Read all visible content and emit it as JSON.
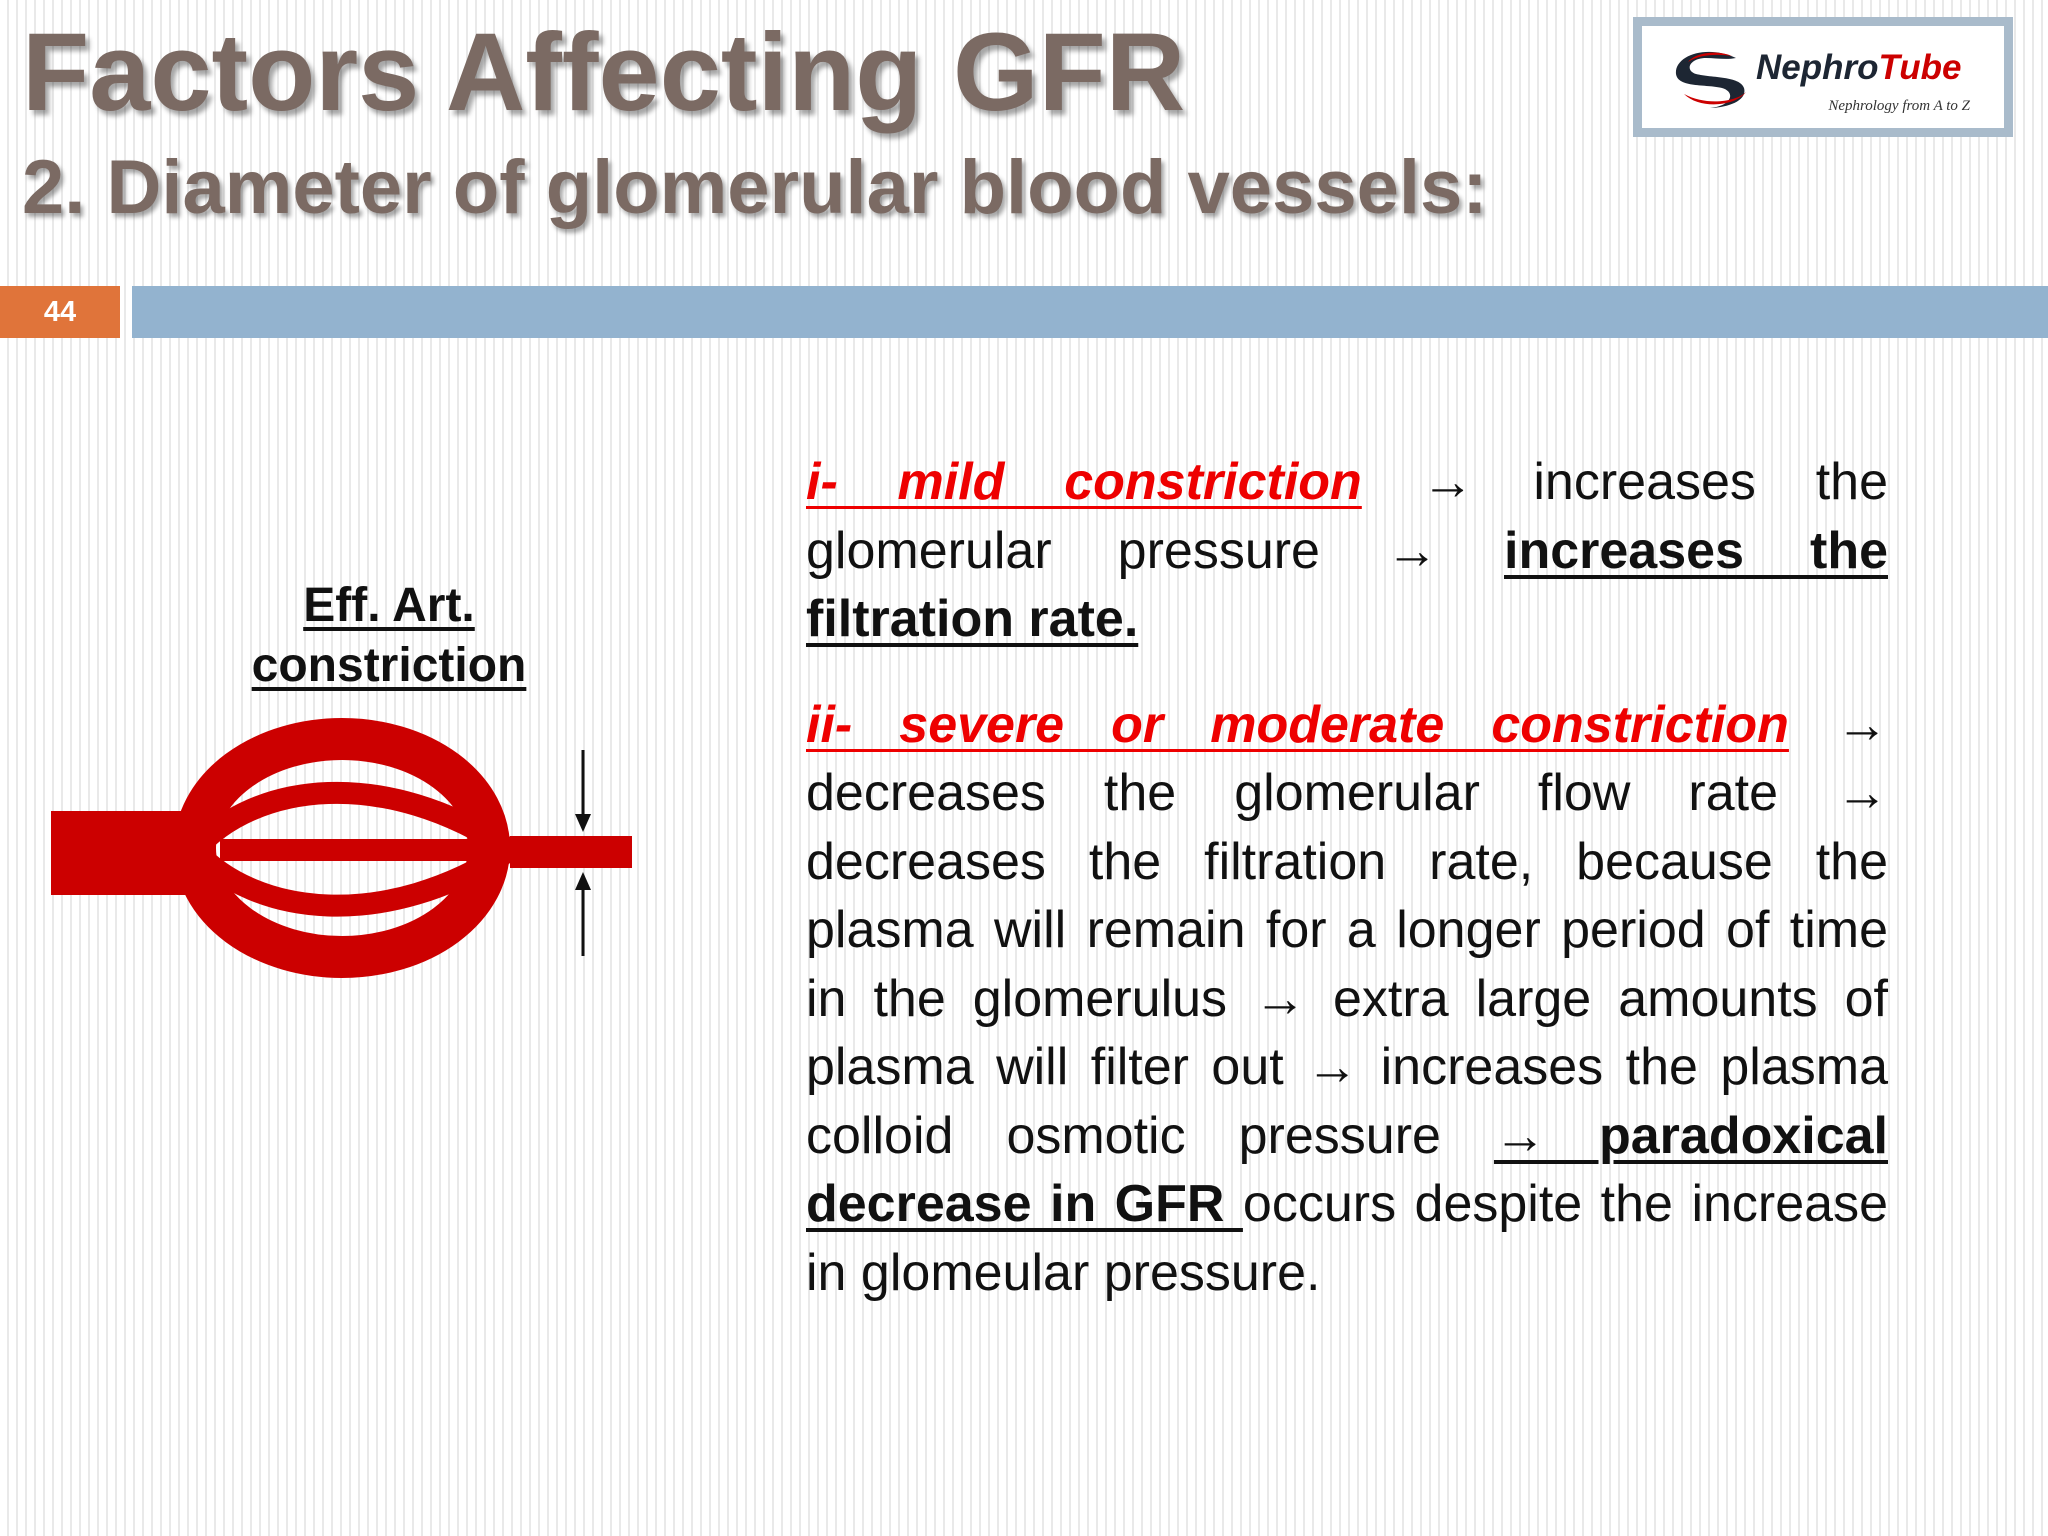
{
  "slide": {
    "title": "Factors Affecting GFR",
    "subtitle": "2. Diameter of glomerular blood vessels:",
    "number": "44"
  },
  "logo": {
    "name_part1": "Nephro",
    "name_part2": "Tube",
    "tagline": "Nephrology from A to Z"
  },
  "diagram": {
    "label_line1": "Eff. Art.",
    "label_line2": "constriction",
    "vessel_color": "#cc0000"
  },
  "colors": {
    "title": "#7b6a63",
    "accent_orange": "#e0743a",
    "bar_blue": "#93b3cf",
    "emphasis_red": "#ee0000"
  },
  "content": {
    "p1_lead": "i- mild constriction",
    "p1_text1": " → increases the glomerular pressure → ",
    "p1_bold": "increases the filtration rate.",
    "p2_lead": "ii- severe or moderate constriction",
    "p2_text1": " → decreases the glomerular flow rate → decreases the filtration rate, because the plasma will remain for a longer period of time in the glomerulus → extra large amounts of plasma will filter out → increases the plasma colloid osmotic pressure ",
    "p2_bold": "→ paradoxical decrease in GFR ",
    "p2_text2": "occurs despite the increase in glomeular pressure."
  }
}
